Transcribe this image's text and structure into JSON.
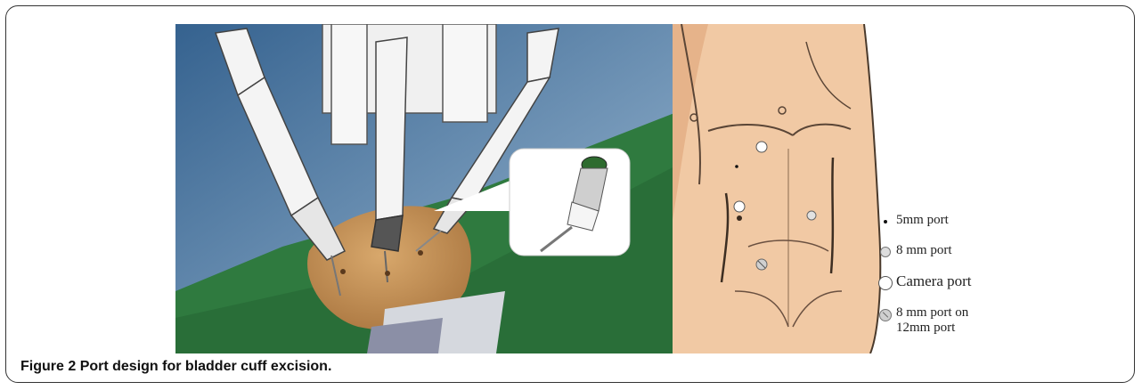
{
  "caption": {
    "label": "Figure 2",
    "text": "Port design for bladder cuff excision."
  },
  "legend": {
    "items": [
      {
        "icon": "small-dot-icon",
        "label": "5mm port"
      },
      {
        "icon": "gray-circle-icon",
        "label": "8 mm port"
      },
      {
        "icon": "white-circle-icon",
        "label": "Camera port"
      },
      {
        "icon": "crossed-circle-icon",
        "label_line1": "8 mm port  on",
        "label_line2": "12mm port"
      }
    ]
  },
  "colors": {
    "sky": "#3f6e9a",
    "drape": "#2f7a3f",
    "skin": "#c8955a",
    "robot": "#f2f2f2",
    "border": "#333333"
  }
}
